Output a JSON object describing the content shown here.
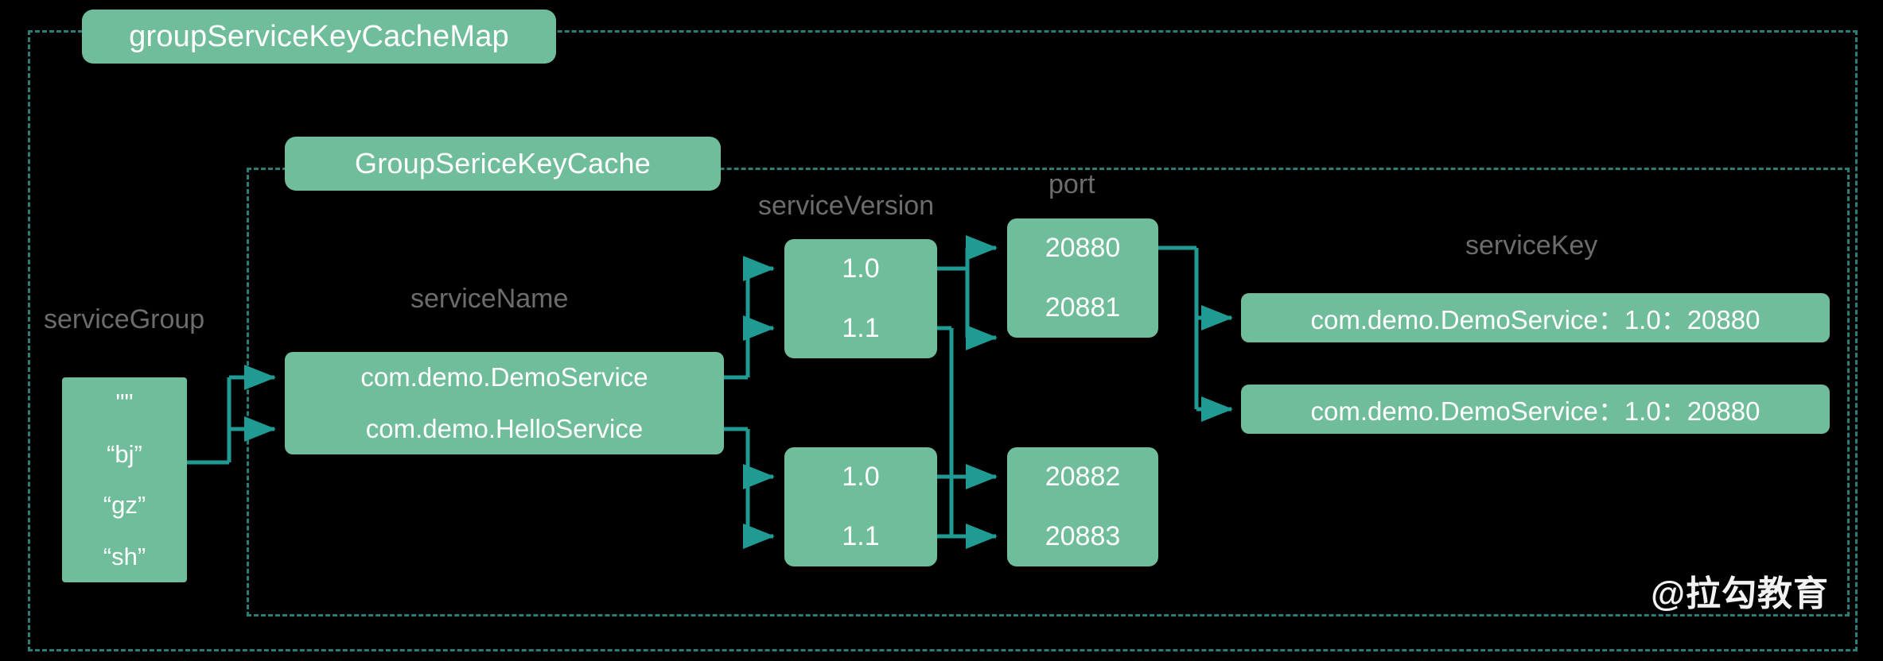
{
  "diagram": {
    "title": "groupServiceKeyCacheMap",
    "subtitle": "GroupSericeKeyCache",
    "watermark": "@拉勾教育",
    "colors": {
      "background": "#000000",
      "node_green": "#6fbd9a",
      "connector_teal": "#1f9b93",
      "dashed_border": "#2a7d74",
      "caption_gray": "#6c6c6c",
      "node_text": "#ffffff"
    }
  },
  "captions": {
    "serviceGroup": "serviceGroup",
    "serviceName": "serviceName",
    "serviceVersion": "serviceVersion",
    "port": "port",
    "serviceKey": "serviceKey"
  },
  "columns": {
    "serviceGroup": {
      "label": "serviceGroup",
      "values": [
        "\"\"",
        "“bj”",
        "“gz”",
        "“sh”"
      ]
    },
    "serviceName": {
      "label": "serviceName",
      "values": [
        "com.demo.DemoService",
        "com.demo.HelloService"
      ]
    },
    "serviceVersion": {
      "label": "serviceVersion",
      "groups": [
        {
          "values": [
            "1.0",
            "1.1"
          ]
        },
        {
          "values": [
            "1.0",
            "1.1"
          ]
        }
      ]
    },
    "port": {
      "label": "port",
      "groups": [
        {
          "values": [
            "20880",
            "20881"
          ]
        },
        {
          "values": [
            "20882",
            "20883"
          ]
        }
      ]
    },
    "serviceKey": {
      "label": "serviceKey",
      "values": [
        "com.demo.DemoService：1.0：20880",
        "com.demo.DemoService：1.0：20880"
      ]
    }
  }
}
